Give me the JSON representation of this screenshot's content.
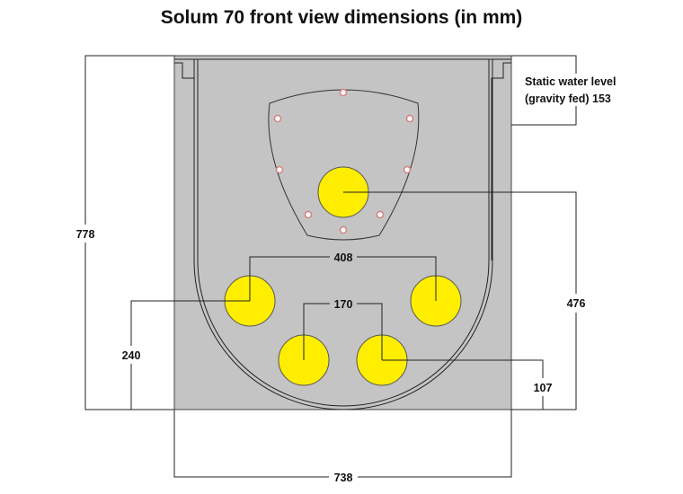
{
  "title": "Solum 70 front view dimensions (in mm)",
  "colors": {
    "body": "#c4c4c4",
    "port": "#ffee00",
    "bolt": "#d98080"
  },
  "labels": {
    "static_water_line1": "Static water level",
    "static_water_line2": "(gravity fed) 153",
    "height_total": "778",
    "low_port_height": "240",
    "top_port_height": "476",
    "bottom_port_height": "107",
    "width_total": "738",
    "side_port_spacing": "408",
    "bottom_port_spacing": "170"
  }
}
